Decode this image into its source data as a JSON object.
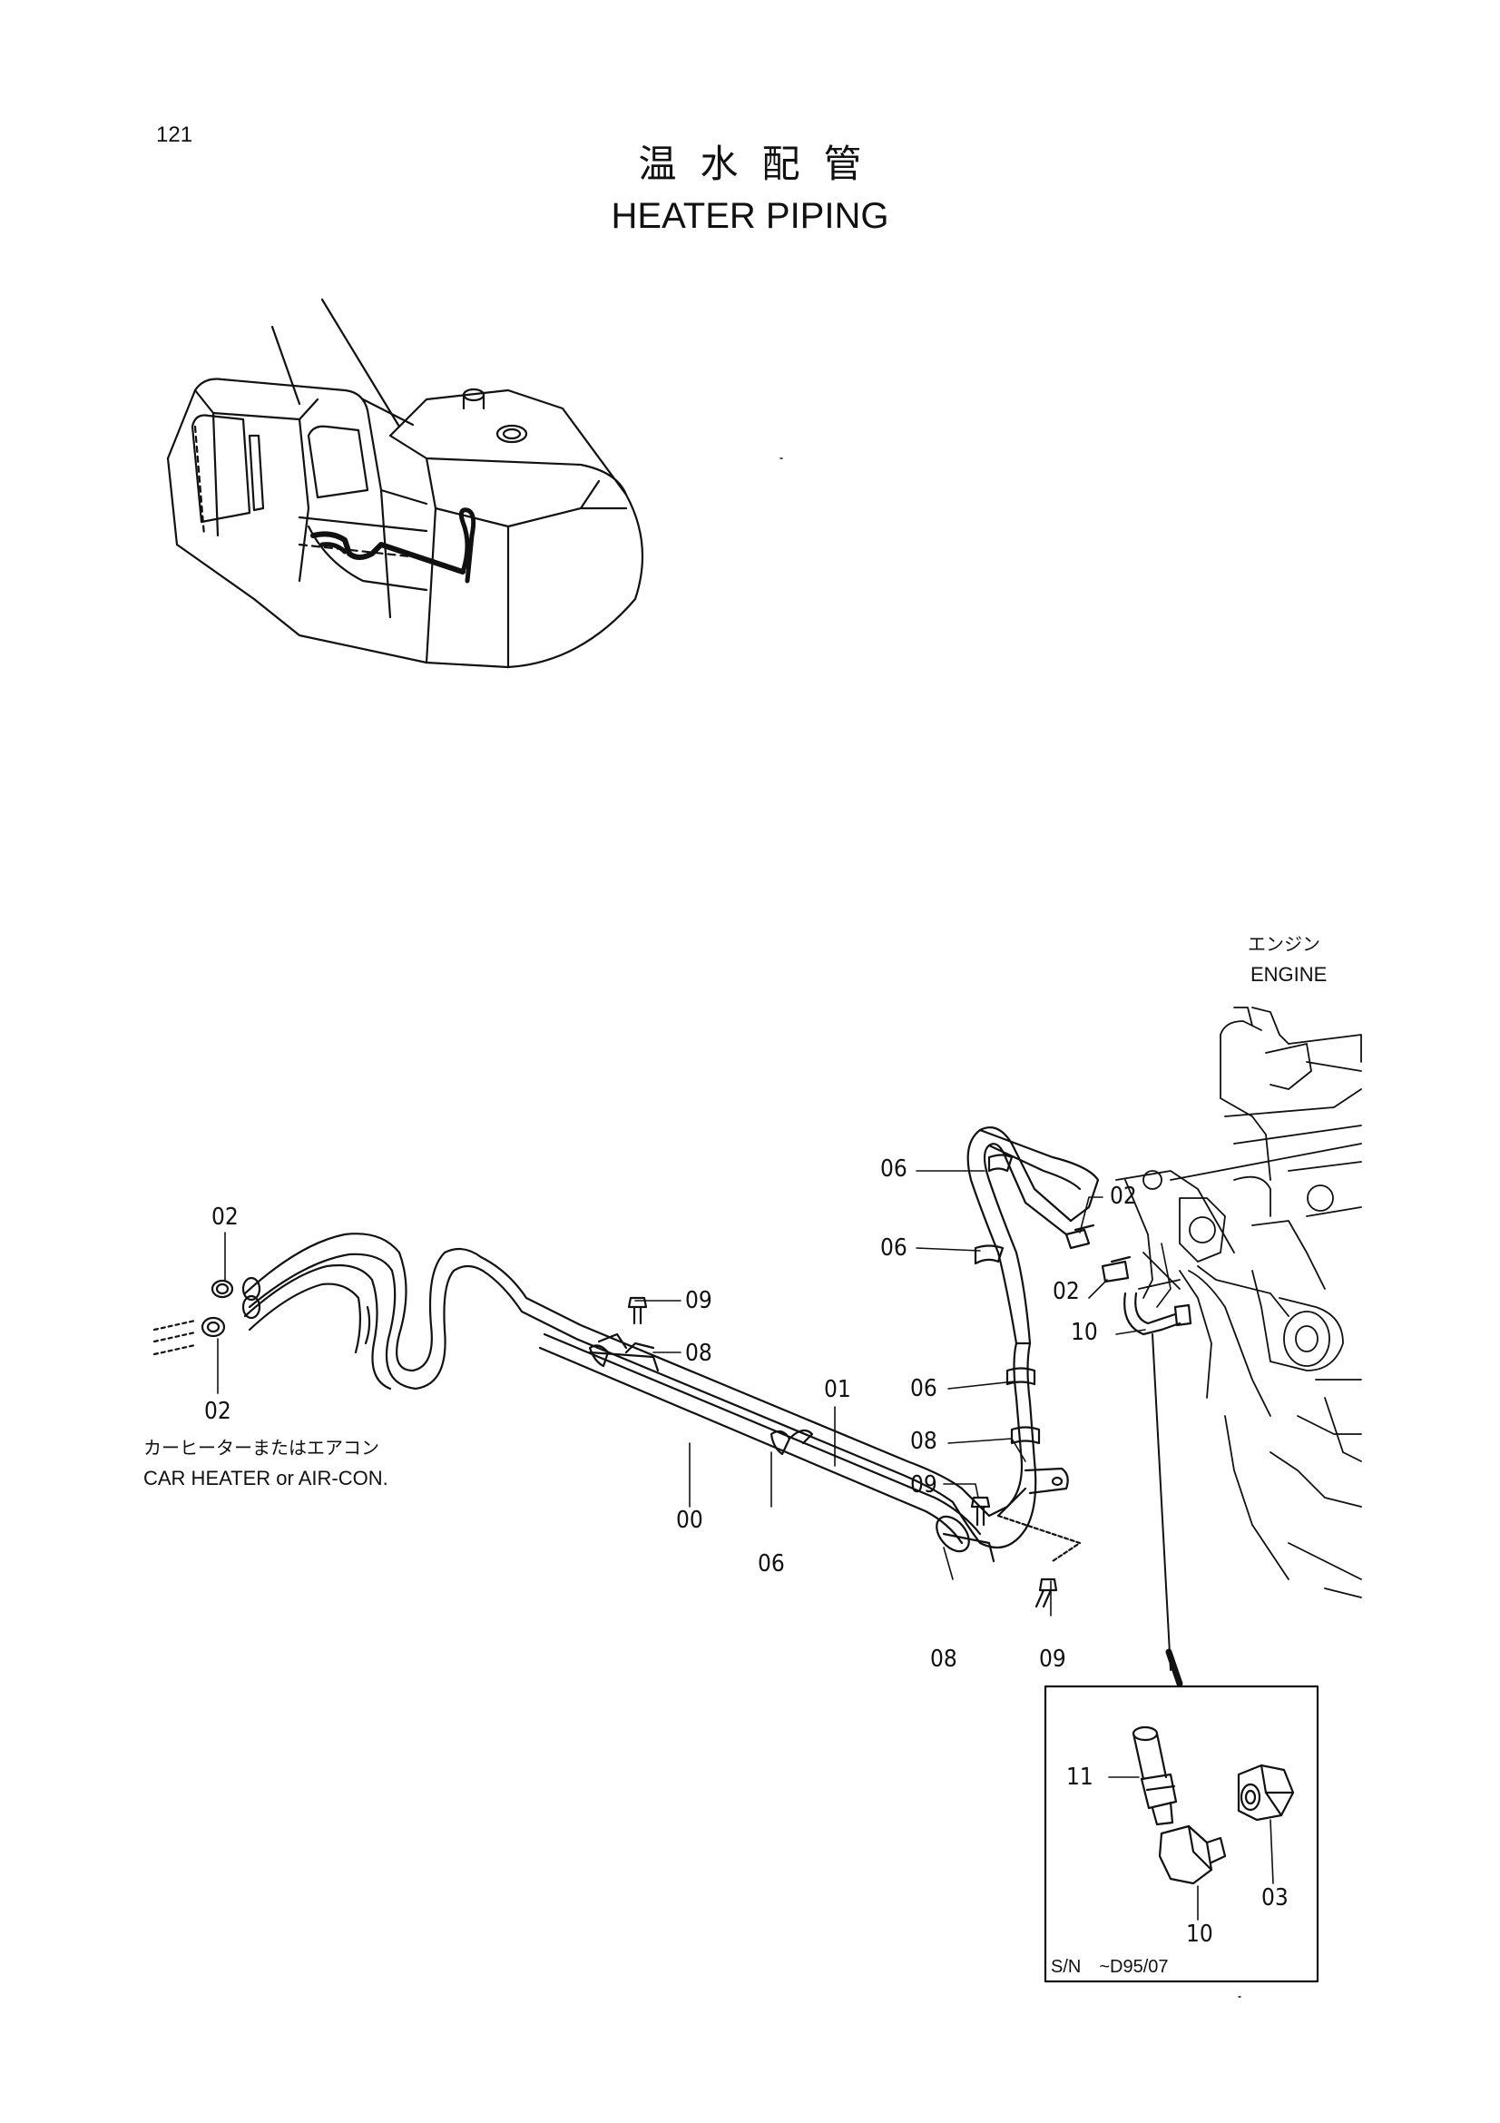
{
  "page": {
    "number": "121",
    "title_jp": "温水配管",
    "title_en": "HEATER PIPING"
  },
  "labels": {
    "engine_jp": "エンジン",
    "engine_en": "ENGINE",
    "car_heater_jp": "カーヒーターまたはエアコン",
    "car_heater_en": "CAR HEATER or AIR-CON.",
    "serial_note": "S/N　~D95/07"
  },
  "callouts": {
    "c02a": "02",
    "c02b": "02",
    "c02c": "02",
    "c02d": "02",
    "c09a": "09",
    "c08a": "08",
    "c01": "01",
    "c00": "00",
    "c06a": "06",
    "c06b": "06",
    "c06c": "06",
    "c06d": "06",
    "c08b": "08",
    "c09b": "09",
    "c08c": "08",
    "c09c": "09",
    "c10a": "10",
    "c11": "11",
    "c03": "03",
    "c10b": "10"
  }
}
